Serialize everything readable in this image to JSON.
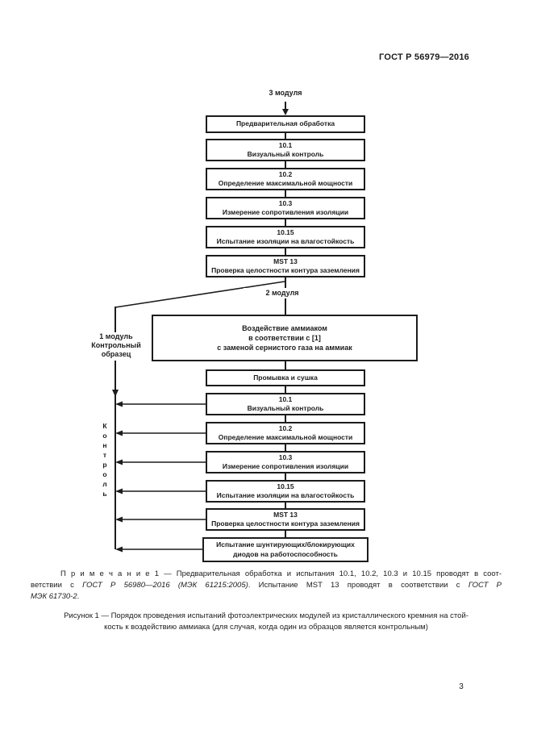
{
  "page": {
    "header": "ГОСТ Р 56979—2016",
    "page_number": "3"
  },
  "colors": {
    "ink": "#1c1c1c",
    "paper": "#ffffff"
  },
  "flowchart": {
    "labels": {
      "top": "3 модуля",
      "middle": "2 модуля",
      "left_line1": "1 модуль",
      "left_line2": "Контрольный",
      "left_line3": "образец",
      "control_vertical": "К\nо\nн\nт\nр\nо\nл\nь"
    },
    "group1": [
      {
        "code": "",
        "label": "Предварительная обработка"
      },
      {
        "code": "10.1",
        "label": "Визуальный контроль"
      },
      {
        "code": "10.2",
        "label": "Определение максимальной мощности"
      },
      {
        "code": "10.3",
        "label": "Измерение сопротивления изоляции"
      },
      {
        "code": "10.15",
        "label": "Испытание изоляции на влагостойкость"
      },
      {
        "code": "MST 13",
        "label": "Проверка целостности контура заземления"
      }
    ],
    "exposure_box": {
      "line1": "Воздействие аммиаком",
      "line2": "в соответствии с [1]",
      "line3": "с заменой сернистого газа на аммиак"
    },
    "group2": [
      {
        "code": "",
        "label": "Промывка и сушка",
        "label2": ""
      },
      {
        "code": "10.1",
        "label": "Визуальный контроль",
        "label2": ""
      },
      {
        "code": "10.2",
        "label": "Определение максимальной мощности",
        "label2": ""
      },
      {
        "code": "10.3",
        "label": "Измерение сопротивления изоляции",
        "label2": ""
      },
      {
        "code": "10.15",
        "label": "Испытание изоляции на влагостойкость",
        "label2": ""
      },
      {
        "code": "MST 13",
        "label": "Проверка целостности контура заземления",
        "label2": ""
      },
      {
        "code": "",
        "label": "Испытание шунтирующих/блокирующих",
        "label2": "диодов на работоспособность"
      }
    ]
  },
  "note": {
    "line1": "П р и м е ч а н и е   1 — Предварительная обработка и испытания 10.1, 10.2, 10.3 и 10.15 проводят в соот-",
    "line2_pre": "ветствии с ",
    "line2_italic1": "ГОСТ Р 56980—2016 (МЭК 61215:2005)",
    "line2_mid": ". Испытание MST 13 проводят в соответствии с ",
    "line2_italic2": "ГОСТ Р",
    "line3_italic": "МЭК 61730-2",
    "line3_end": "."
  },
  "caption": {
    "line1": "Рисунок 1 — Порядок проведения испытаний фотоэлектрических модулей из кристаллического кремния на стой-",
    "line2": "кость к воздействию аммиака (для случая, когда один из образцов является контрольным)"
  }
}
